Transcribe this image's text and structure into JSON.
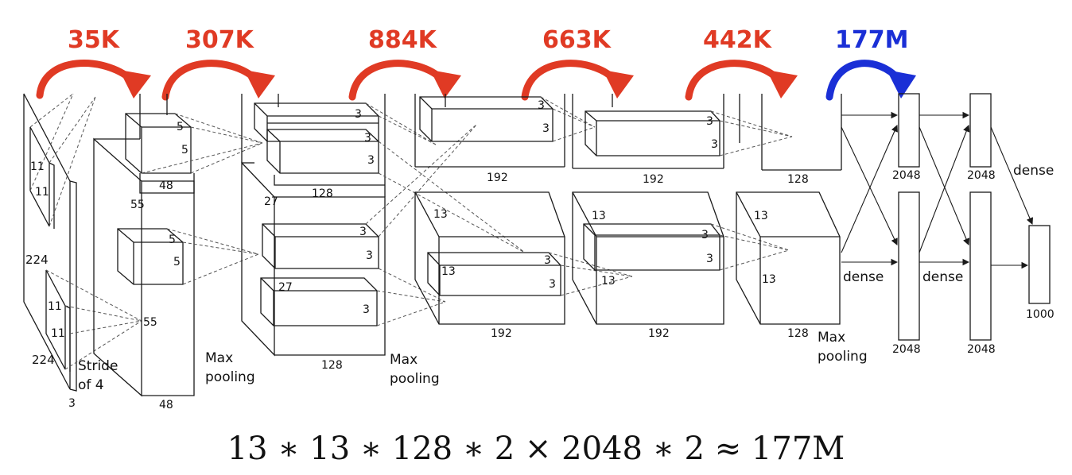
{
  "colors": {
    "red": "#e03a24",
    "blue": "#1a2fd6",
    "line": "#1a1a1a"
  },
  "param_counts": [
    "35K",
    "307K",
    "884K",
    "663K",
    "442K",
    "177M"
  ],
  "input": {
    "size_h": "224",
    "size_w": "224",
    "depth": "3",
    "kernel_a": "11",
    "kernel_b": "11",
    "kernel_c": "11",
    "kernel_d": "11",
    "stride": "Stride",
    "stride2": "of 4"
  },
  "conv1": {
    "k_a": "5",
    "k_b": "5",
    "k_c": "5",
    "k_d": "5",
    "size": "55",
    "size2": "55",
    "depth": "48",
    "depth2": "48",
    "pool": "Max",
    "pool2": "pooling"
  },
  "conv2": {
    "k_a": "3",
    "k_b": "3",
    "k_c": "3",
    "k_d": "3",
    "k_e": "3",
    "k_f": "3",
    "size": "27",
    "size2": "27",
    "depth": "128",
    "depth2": "128",
    "pool": "Max",
    "pool2": "pooling"
  },
  "conv3": {
    "k_a": "3",
    "k_b": "3",
    "k_c": "3",
    "k_d": "3",
    "size": "13",
    "size2": "13",
    "depth": "192",
    "depth2": "192"
  },
  "conv4": {
    "k_a": "3",
    "k_b": "3",
    "k_c": "3",
    "k_d": "3",
    "size": "13",
    "size2": "13",
    "depth": "192",
    "depth2": "192"
  },
  "conv5": {
    "size": "13",
    "size2": "13",
    "depth": "128",
    "depth2": "128",
    "pool": "Max",
    "pool2": "pooling"
  },
  "fc": {
    "d1": "2048",
    "d2": "2048",
    "d3": "2048",
    "d4": "2048",
    "out": "1000",
    "dense1": "dense",
    "dense2": "dense",
    "dense3": "dense"
  },
  "formula": "13 ∗ 13 ∗ 128 ∗ 2 × 2048 ∗ 2 ≈ 177M"
}
